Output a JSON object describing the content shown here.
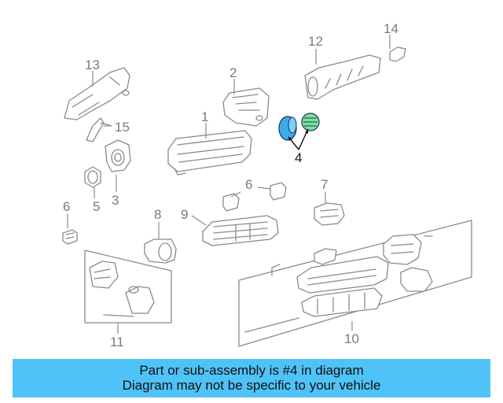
{
  "caption": {
    "line1": "Part or sub-assembly is #4 in diagram",
    "line2": "Diagram may not be specific to your vehicle"
  },
  "callouts": {
    "c1": "1",
    "c2": "2",
    "c3": "3",
    "c4": "4",
    "c5": "5",
    "c6a": "6",
    "c6b": "6",
    "c7": "7",
    "c8": "8",
    "c9": "9",
    "c10": "10",
    "c11": "11",
    "c12": "12",
    "c13": "13",
    "c14": "14",
    "c15": "15"
  },
  "highlight": {
    "part": "4",
    "color": "#4fc3f7"
  }
}
